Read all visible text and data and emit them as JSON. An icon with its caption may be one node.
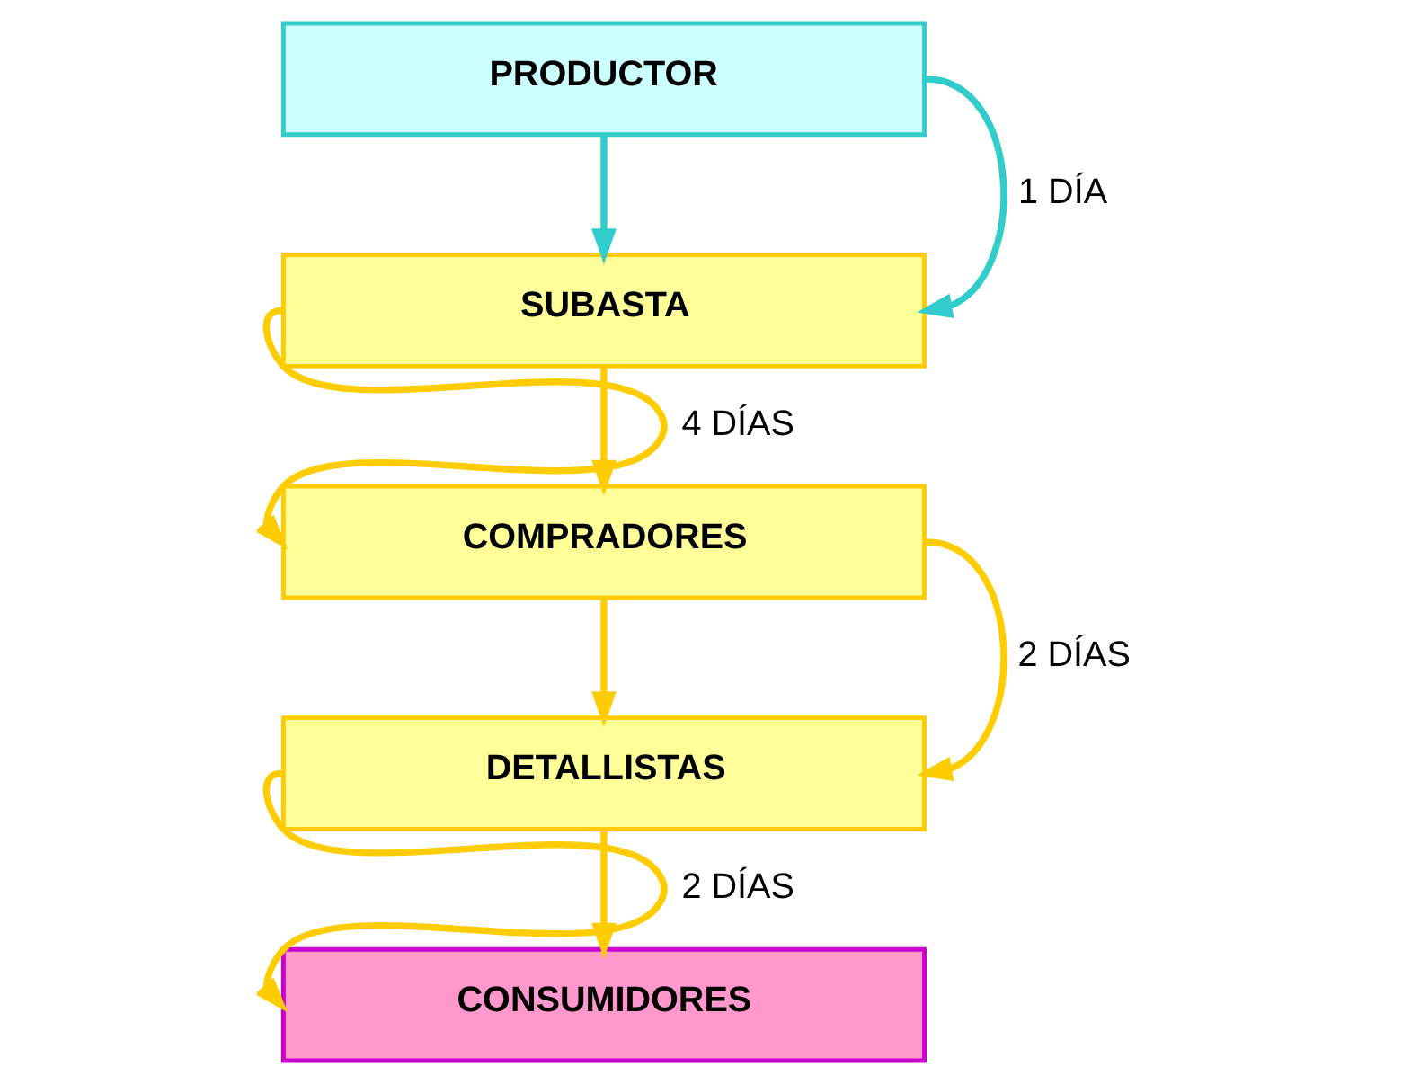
{
  "diagram": {
    "nodes": [
      {
        "text": [
          "PRODUCTOR"
        ]
      },
      {
        "text": [
          "SUBASTA"
        ]
      },
      {
        "text": [
          "COMPRADORES"
        ]
      },
      {
        "text": [
          "DETALLISTAS"
        ]
      },
      {
        "text": [
          "CONSUMIDORES"
        ]
      }
    ],
    "edges": [
      {
        "from": 0,
        "to": 1,
        "arrow": "to",
        "color": "#33cccc"
      },
      {
        "from": 1,
        "to": 2,
        "arrow": "to"
      },
      {
        "from": 2,
        "to": 3,
        "arrow": "to"
      },
      {
        "from": 3,
        "to": 4,
        "arrow": "to"
      },
      {
        "from": 0,
        "to": 1,
        "arrow": "to",
        "label": "1 DÍA",
        "color": "#33cccc"
      },
      {
        "from": 1,
        "to": 2,
        "arrow": "to",
        "label": "4 DÍAS"
      },
      {
        "from": 2,
        "to": 3,
        "arrow": "to",
        "label": "2 DÍAS"
      },
      {
        "from": 3,
        "to": 4,
        "arrow": "to",
        "label": "2 DÍAS"
      }
    ]
  }
}
